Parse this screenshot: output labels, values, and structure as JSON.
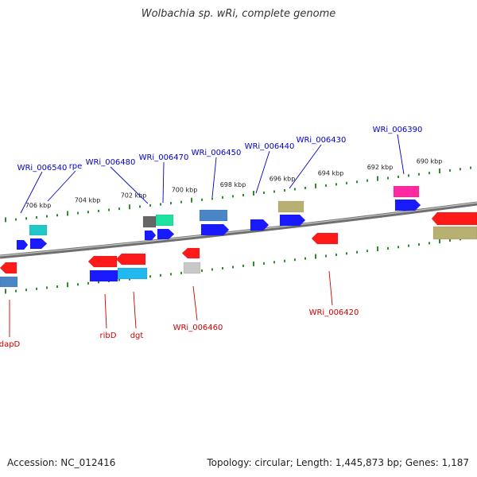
{
  "title": "Wolbachia sp. wRi, complete genome",
  "footer": {
    "accession": "Accession: NC_012416",
    "summary": "Topology: circular; Length: 1,445,873 bp; Genes: 1,187"
  },
  "colors": {
    "forward_label": "#0000cc",
    "reverse_label": "#cc0000",
    "tick": "#2e8b2e",
    "backbone": "#7a7a7a"
  },
  "kbp_ticks": [
    "706 kbp",
    "704 kbp",
    "702 kbp",
    "700 kbp",
    "698 kbp",
    "696 kbp",
    "694 kbp",
    "692 kbp",
    "690 kbp"
  ],
  "genes_forward": [
    {
      "label": "WRi_006540",
      "color": "#0000cc"
    },
    {
      "label": "rpe",
      "color": "#0000cc"
    },
    {
      "label": "WRi_006480",
      "color": "#0000cc"
    },
    {
      "label": "WRi_006470",
      "color": "#0000cc"
    },
    {
      "label": "WRi_006450",
      "color": "#0000cc"
    },
    {
      "label": "WRi_006440",
      "color": "#0000cc"
    },
    {
      "label": "WRi_006430",
      "color": "#0000cc"
    },
    {
      "label": "WRi_006390",
      "color": "#0000cc"
    }
  ],
  "genes_reverse": [
    {
      "label": "dapD",
      "color": "#cc0000"
    },
    {
      "label": "ribD",
      "color": "#cc0000"
    },
    {
      "label": "dgt",
      "color": "#cc0000"
    },
    {
      "label": "WRi_006460",
      "color": "#cc0000"
    },
    {
      "label": "WRi_006420",
      "color": "#cc0000"
    }
  ]
}
